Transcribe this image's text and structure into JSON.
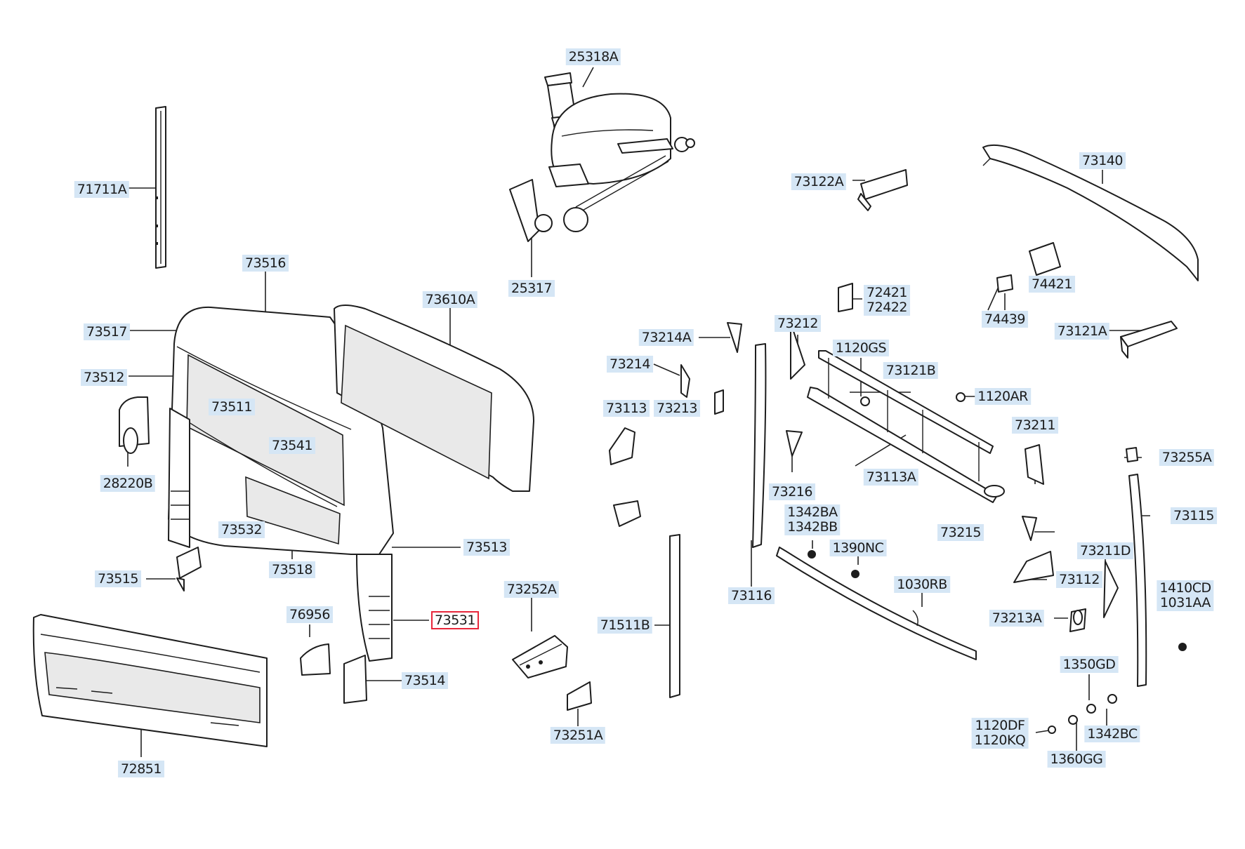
{
  "highlighted_part": "73531",
  "labels": [
    {
      "id": "25318A",
      "lines": [
        "25318A"
      ]
    },
    {
      "id": "71711A",
      "lines": [
        "71711A"
      ]
    },
    {
      "id": "73122A",
      "lines": [
        "73122A"
      ]
    },
    {
      "id": "73140",
      "lines": [
        "73140"
      ]
    },
    {
      "id": "73516",
      "lines": [
        "73516"
      ]
    },
    {
      "id": "25317",
      "lines": [
        "25317"
      ]
    },
    {
      "id": "72421-72422",
      "lines": [
        "72421",
        "72422"
      ]
    },
    {
      "id": "74421",
      "lines": [
        "74421"
      ]
    },
    {
      "id": "73610A",
      "lines": [
        "73610A"
      ]
    },
    {
      "id": "74439",
      "lines": [
        "74439"
      ]
    },
    {
      "id": "73517",
      "lines": [
        "73517"
      ]
    },
    {
      "id": "73214A",
      "lines": [
        "73214A"
      ]
    },
    {
      "id": "73212",
      "lines": [
        "73212"
      ]
    },
    {
      "id": "73121A",
      "lines": [
        "73121A"
      ]
    },
    {
      "id": "1120GS",
      "lines": [
        "1120GS"
      ]
    },
    {
      "id": "73512",
      "lines": [
        "73512"
      ]
    },
    {
      "id": "73214",
      "lines": [
        "73214"
      ]
    },
    {
      "id": "73121B",
      "lines": [
        "73121B"
      ]
    },
    {
      "id": "1120AR",
      "lines": [
        "1120AR"
      ]
    },
    {
      "id": "73511",
      "lines": [
        "73511"
      ]
    },
    {
      "id": "73113",
      "lines": [
        "73113"
      ]
    },
    {
      "id": "73213",
      "lines": [
        "73213"
      ]
    },
    {
      "id": "73211",
      "lines": [
        "73211"
      ]
    },
    {
      "id": "73541",
      "lines": [
        "73541"
      ]
    },
    {
      "id": "73255A",
      "lines": [
        "73255A"
      ]
    },
    {
      "id": "73113A",
      "lines": [
        "73113A"
      ]
    },
    {
      "id": "28220B",
      "lines": [
        "28220B"
      ]
    },
    {
      "id": "73216",
      "lines": [
        "73216"
      ]
    },
    {
      "id": "1342BA-1342BB",
      "lines": [
        "1342BA",
        "1342BB"
      ]
    },
    {
      "id": "73115",
      "lines": [
        "73115"
      ]
    },
    {
      "id": "73532",
      "lines": [
        "73532"
      ]
    },
    {
      "id": "73215",
      "lines": [
        "73215"
      ]
    },
    {
      "id": "1390NC",
      "lines": [
        "1390NC"
      ]
    },
    {
      "id": "73513",
      "lines": [
        "73513"
      ]
    },
    {
      "id": "73211D",
      "lines": [
        "73211D"
      ]
    },
    {
      "id": "73518",
      "lines": [
        "73518"
      ]
    },
    {
      "id": "73515",
      "lines": [
        "73515"
      ]
    },
    {
      "id": "73112",
      "lines": [
        "73112"
      ]
    },
    {
      "id": "73252A",
      "lines": [
        "73252A"
      ]
    },
    {
      "id": "1030RB",
      "lines": [
        "1030RB"
      ]
    },
    {
      "id": "73116",
      "lines": [
        "73116"
      ]
    },
    {
      "id": "1410CD-1031AA",
      "lines": [
        "1410CD",
        "1031AA"
      ]
    },
    {
      "id": "76956",
      "lines": [
        "76956"
      ]
    },
    {
      "id": "73531",
      "lines": [
        "73531"
      ]
    },
    {
      "id": "73213A",
      "lines": [
        "73213A"
      ]
    },
    {
      "id": "71511B",
      "lines": [
        "71511B"
      ]
    },
    {
      "id": "1350GD",
      "lines": [
        "1350GD"
      ]
    },
    {
      "id": "73514",
      "lines": [
        "73514"
      ]
    },
    {
      "id": "1120DF-1120KQ",
      "lines": [
        "1120DF",
        "1120KQ"
      ]
    },
    {
      "id": "1342BC",
      "lines": [
        "1342BC"
      ]
    },
    {
      "id": "73251A",
      "lines": [
        "73251A"
      ]
    },
    {
      "id": "1360GG",
      "lines": [
        "1360GG"
      ]
    },
    {
      "id": "72851",
      "lines": [
        "72851"
      ]
    }
  ]
}
